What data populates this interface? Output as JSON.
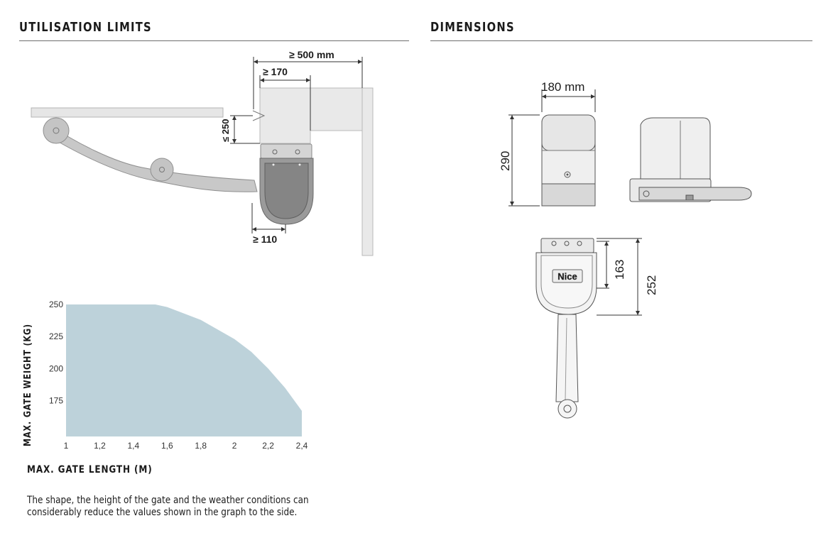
{
  "left": {
    "title": "UTILISATION LIMITS",
    "install_dims": {
      "d500": "≥ 500 mm",
      "d170": "≥ 170",
      "d250": "≤ 250",
      "d110": "≥ 110"
    },
    "note": "The shape, the height of the gate and the weather conditions can considerably reduce the values shown in the graph to the side."
  },
  "right": {
    "title": "DIMENSIONS",
    "dims": {
      "width": "180 mm",
      "height": "290",
      "d163": "163",
      "d252": "252"
    },
    "brand_logo": "Nice"
  },
  "colors": {
    "area_fill": "#bdd2da",
    "motor_dark": "#8a8a8a",
    "arm_gray": "#c8c8c8",
    "wall_gray": "#e9e9e9"
  },
  "chart_data": {
    "type": "area",
    "title": "",
    "xlabel": "MAX. GATE LENGTH (M)",
    "ylabel": "MAX. GATE WEIGHT (KG)",
    "x_ticks": [
      "1",
      "1,2",
      "1,4",
      "1,6",
      "1,8",
      "2",
      "2,2",
      "2,4"
    ],
    "y_ticks": [
      "175",
      "200",
      "225",
      "250"
    ],
    "xlim": [
      1,
      2.4
    ],
    "ylim": [
      147,
      250
    ],
    "grid": false,
    "series": [
      {
        "x": [
          1,
          1.53,
          1.6,
          1.8,
          2.0,
          2.1,
          2.2,
          2.3,
          2.4,
          2.4
        ],
        "y": [
          250,
          250,
          248,
          238,
          223,
          213,
          200,
          185,
          167,
          147
        ]
      }
    ]
  }
}
